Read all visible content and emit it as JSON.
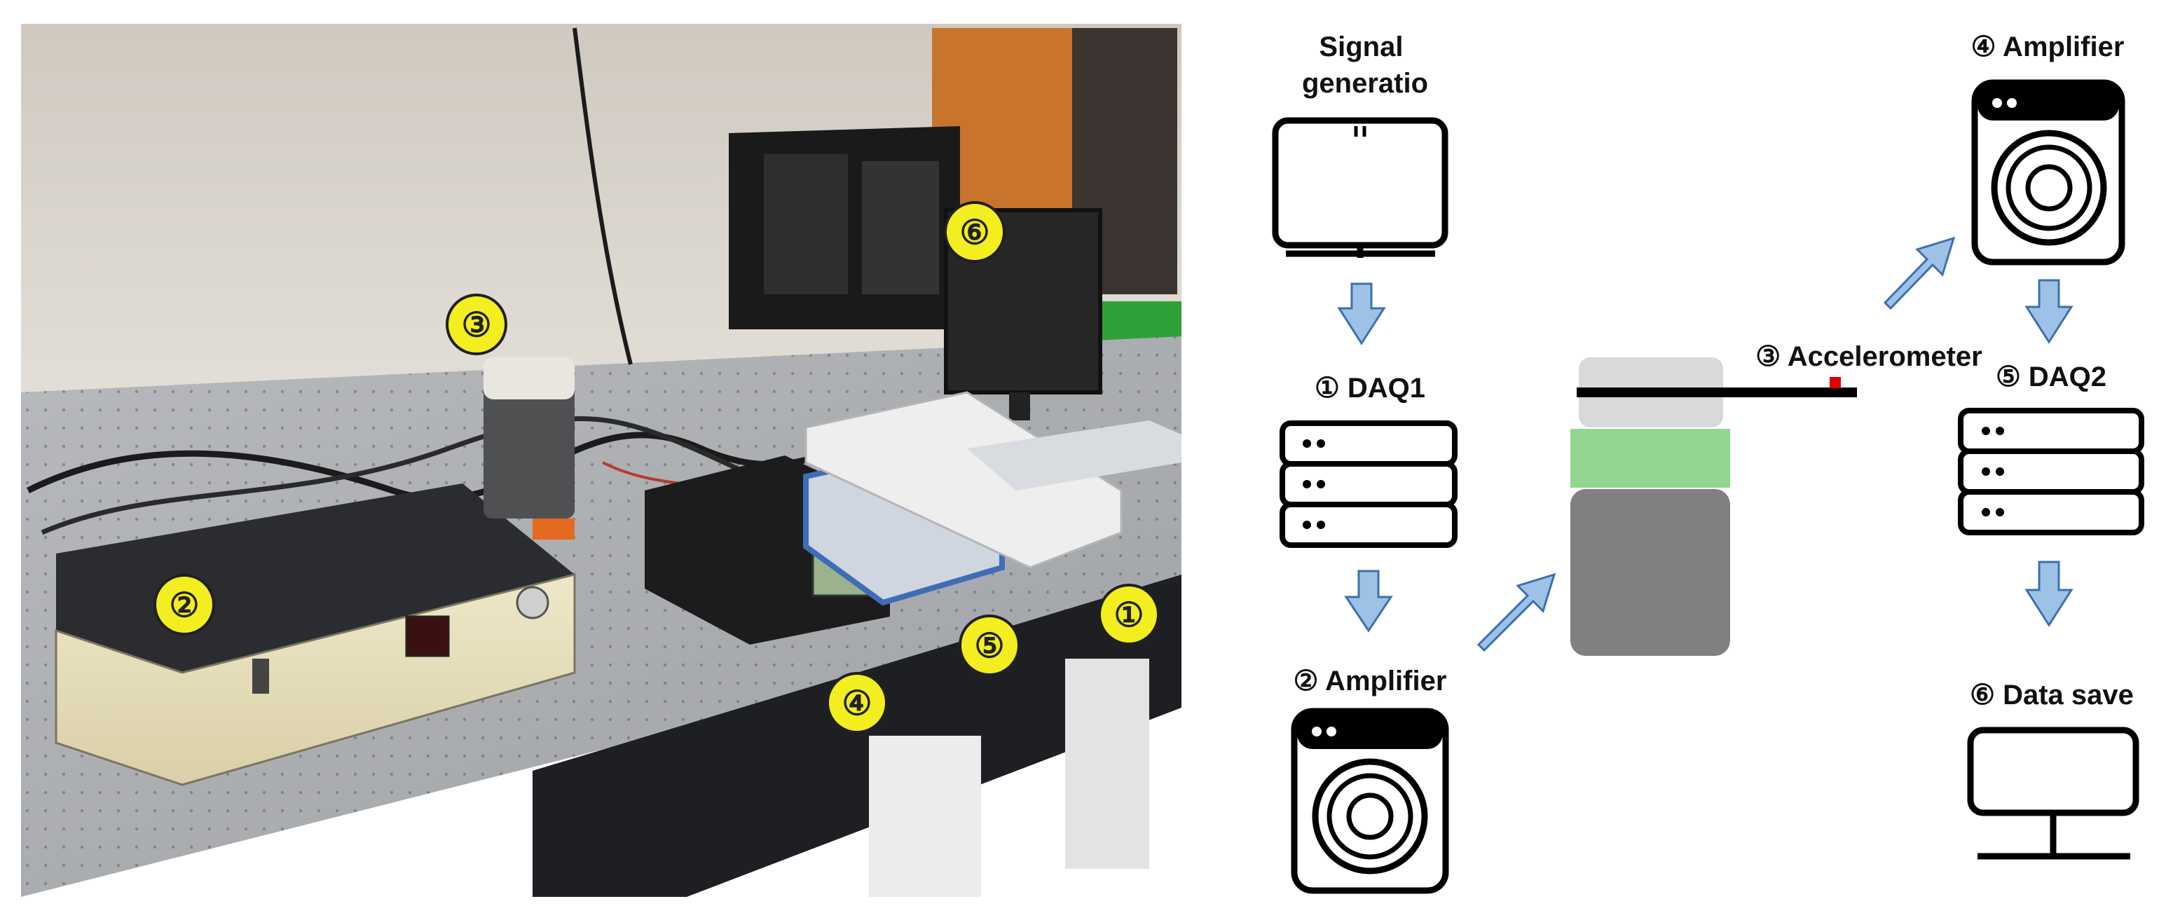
{
  "photo": {
    "markers": [
      "①",
      "②",
      "③",
      "④",
      "⑤",
      "⑥"
    ]
  },
  "diagram": {
    "signal_generation": "Signal generatio",
    "daq1": "① DAQ1",
    "amplifier_left": "② Amplifier",
    "accelerometer": "③ Accelerometer",
    "amplifier_right": "④ Amplifier",
    "daq2": "⑤ DAQ2",
    "data_save": "⑥ Data save"
  },
  "colors": {
    "marker_fill": "#f2ee1f",
    "arrow_fill": "#9ec2e6",
    "arrow_stroke": "#3d6fb0",
    "shaker_top": "#d9d9d9",
    "shaker_mid": "#92d68f",
    "shaker_body": "#808080",
    "sensor": "#e00000"
  }
}
